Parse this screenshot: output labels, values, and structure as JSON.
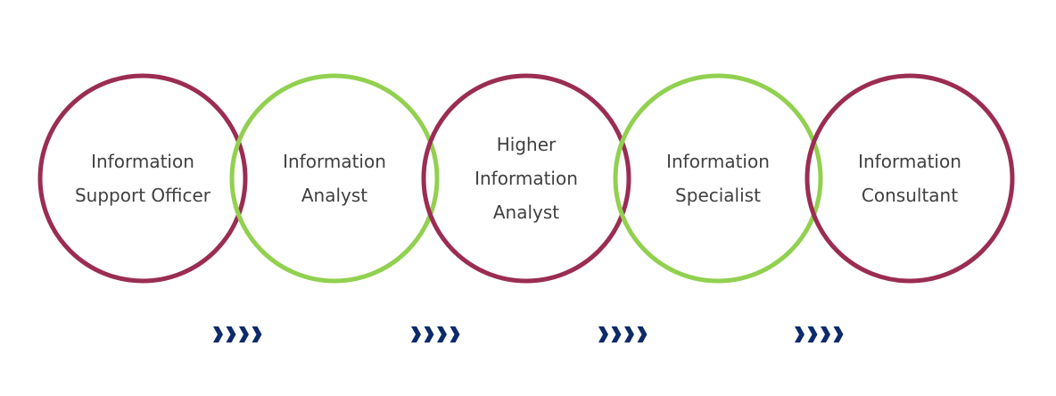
{
  "colors": {
    "maroon": "#9b2d52",
    "green": "#92d050",
    "arrow": "#0d2a6b",
    "text": "#404040"
  },
  "steps": [
    {
      "lines": [
        "Information",
        "Support Officer"
      ],
      "color": "maroon"
    },
    {
      "lines": [
        "Information",
        "Analyst"
      ],
      "color": "green"
    },
    {
      "lines": [
        "Higher",
        "Information",
        "Analyst"
      ],
      "color": "maroon"
    },
    {
      "lines": [
        "Information",
        "Specialist"
      ],
      "color": "green"
    },
    {
      "lines": [
        "Information",
        "Consultant"
      ],
      "color": "maroon"
    }
  ],
  "progression_arrows": {
    "icon": "chevron-right-icon",
    "count": 4,
    "chevrons_per_group": 4
  }
}
